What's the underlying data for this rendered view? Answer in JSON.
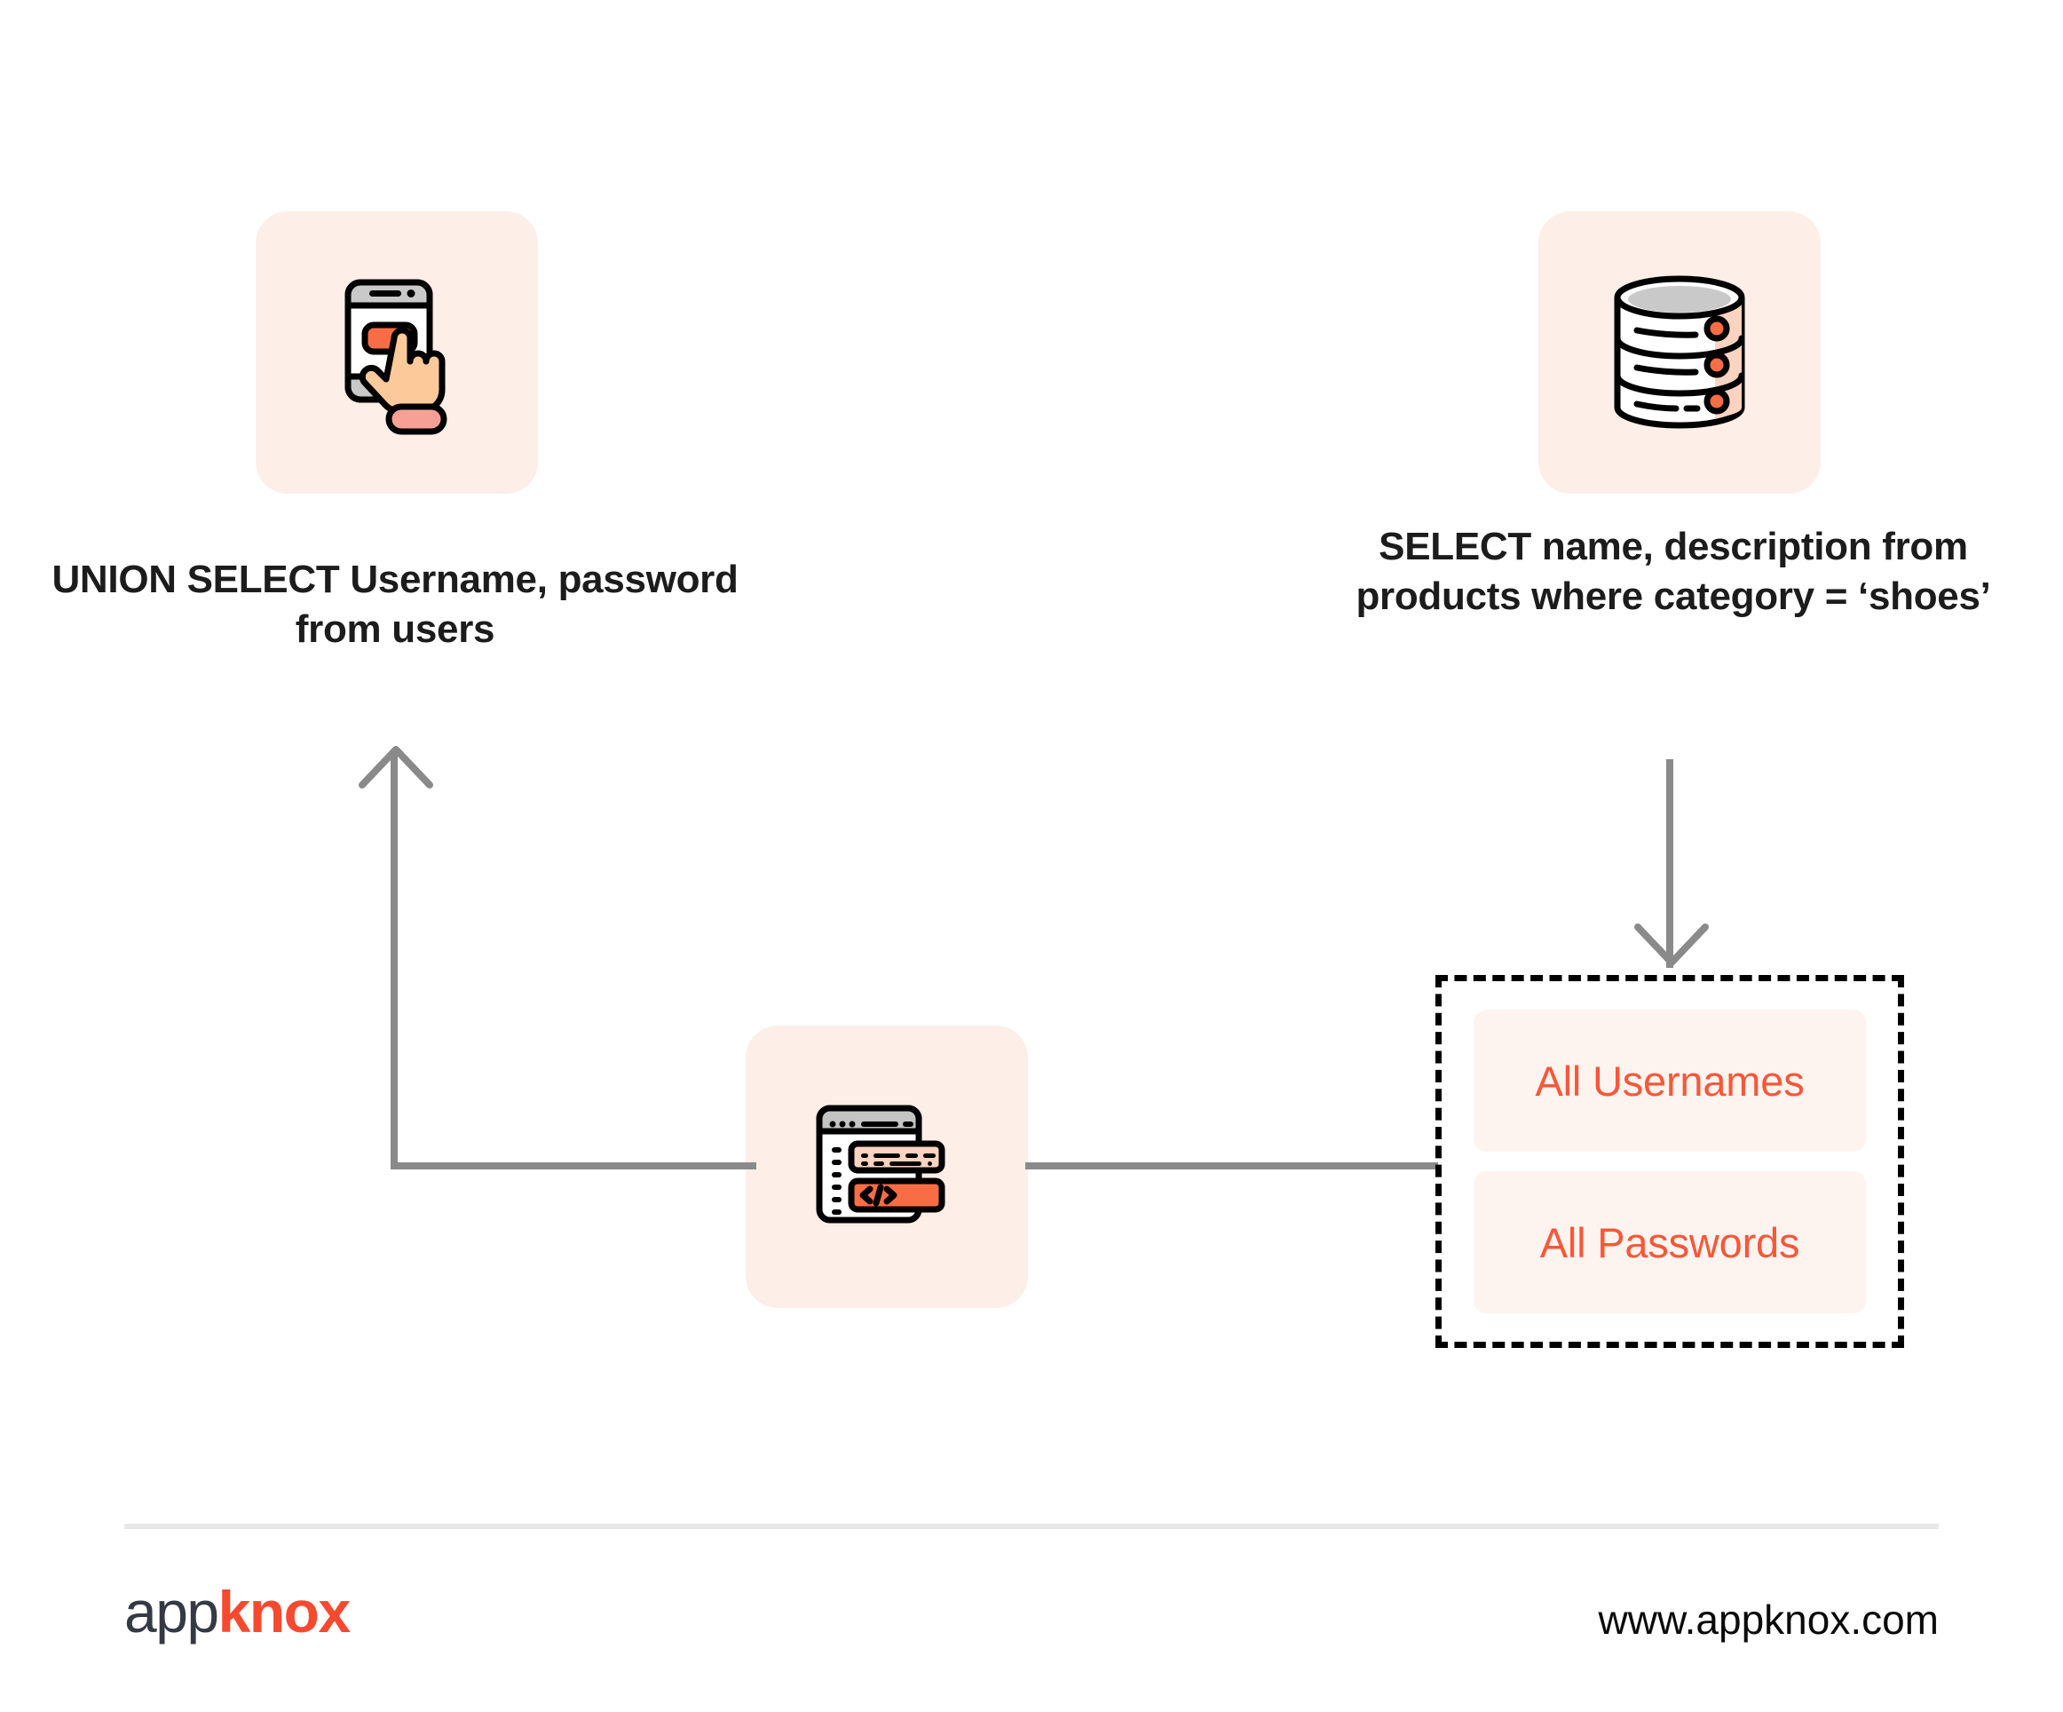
{
  "diagram": {
    "title": "SQL injection UNION attack flow",
    "colors": {
      "panel_bg": "#fdeee8",
      "accent_orange": "#f95738",
      "logo_orange": "#f7492f",
      "logo_dark": "#343a44",
      "connector_gray": "#8a8a8a",
      "text_dark": "#1c1c1c",
      "card_bg": "#fdf4f0",
      "divider": "#e8e8e8"
    },
    "captions": {
      "left": "UNION SELECT Username, password from users",
      "right": "SELECT name, description from products where category = ‘shoes’"
    },
    "icons": {
      "mobile": "mobile-tap-icon",
      "database": "database-icon",
      "code": "code-window-icon",
      "arrow_up": "arrow-up-icon",
      "arrow_down": "arrow-down-icon"
    },
    "results": {
      "items": [
        {
          "label": "All Usernames"
        },
        {
          "label": "All Passwords"
        }
      ]
    }
  },
  "footer": {
    "logo_part_one": "app",
    "logo_part_two": "knox",
    "url": "www.appknox.com"
  }
}
